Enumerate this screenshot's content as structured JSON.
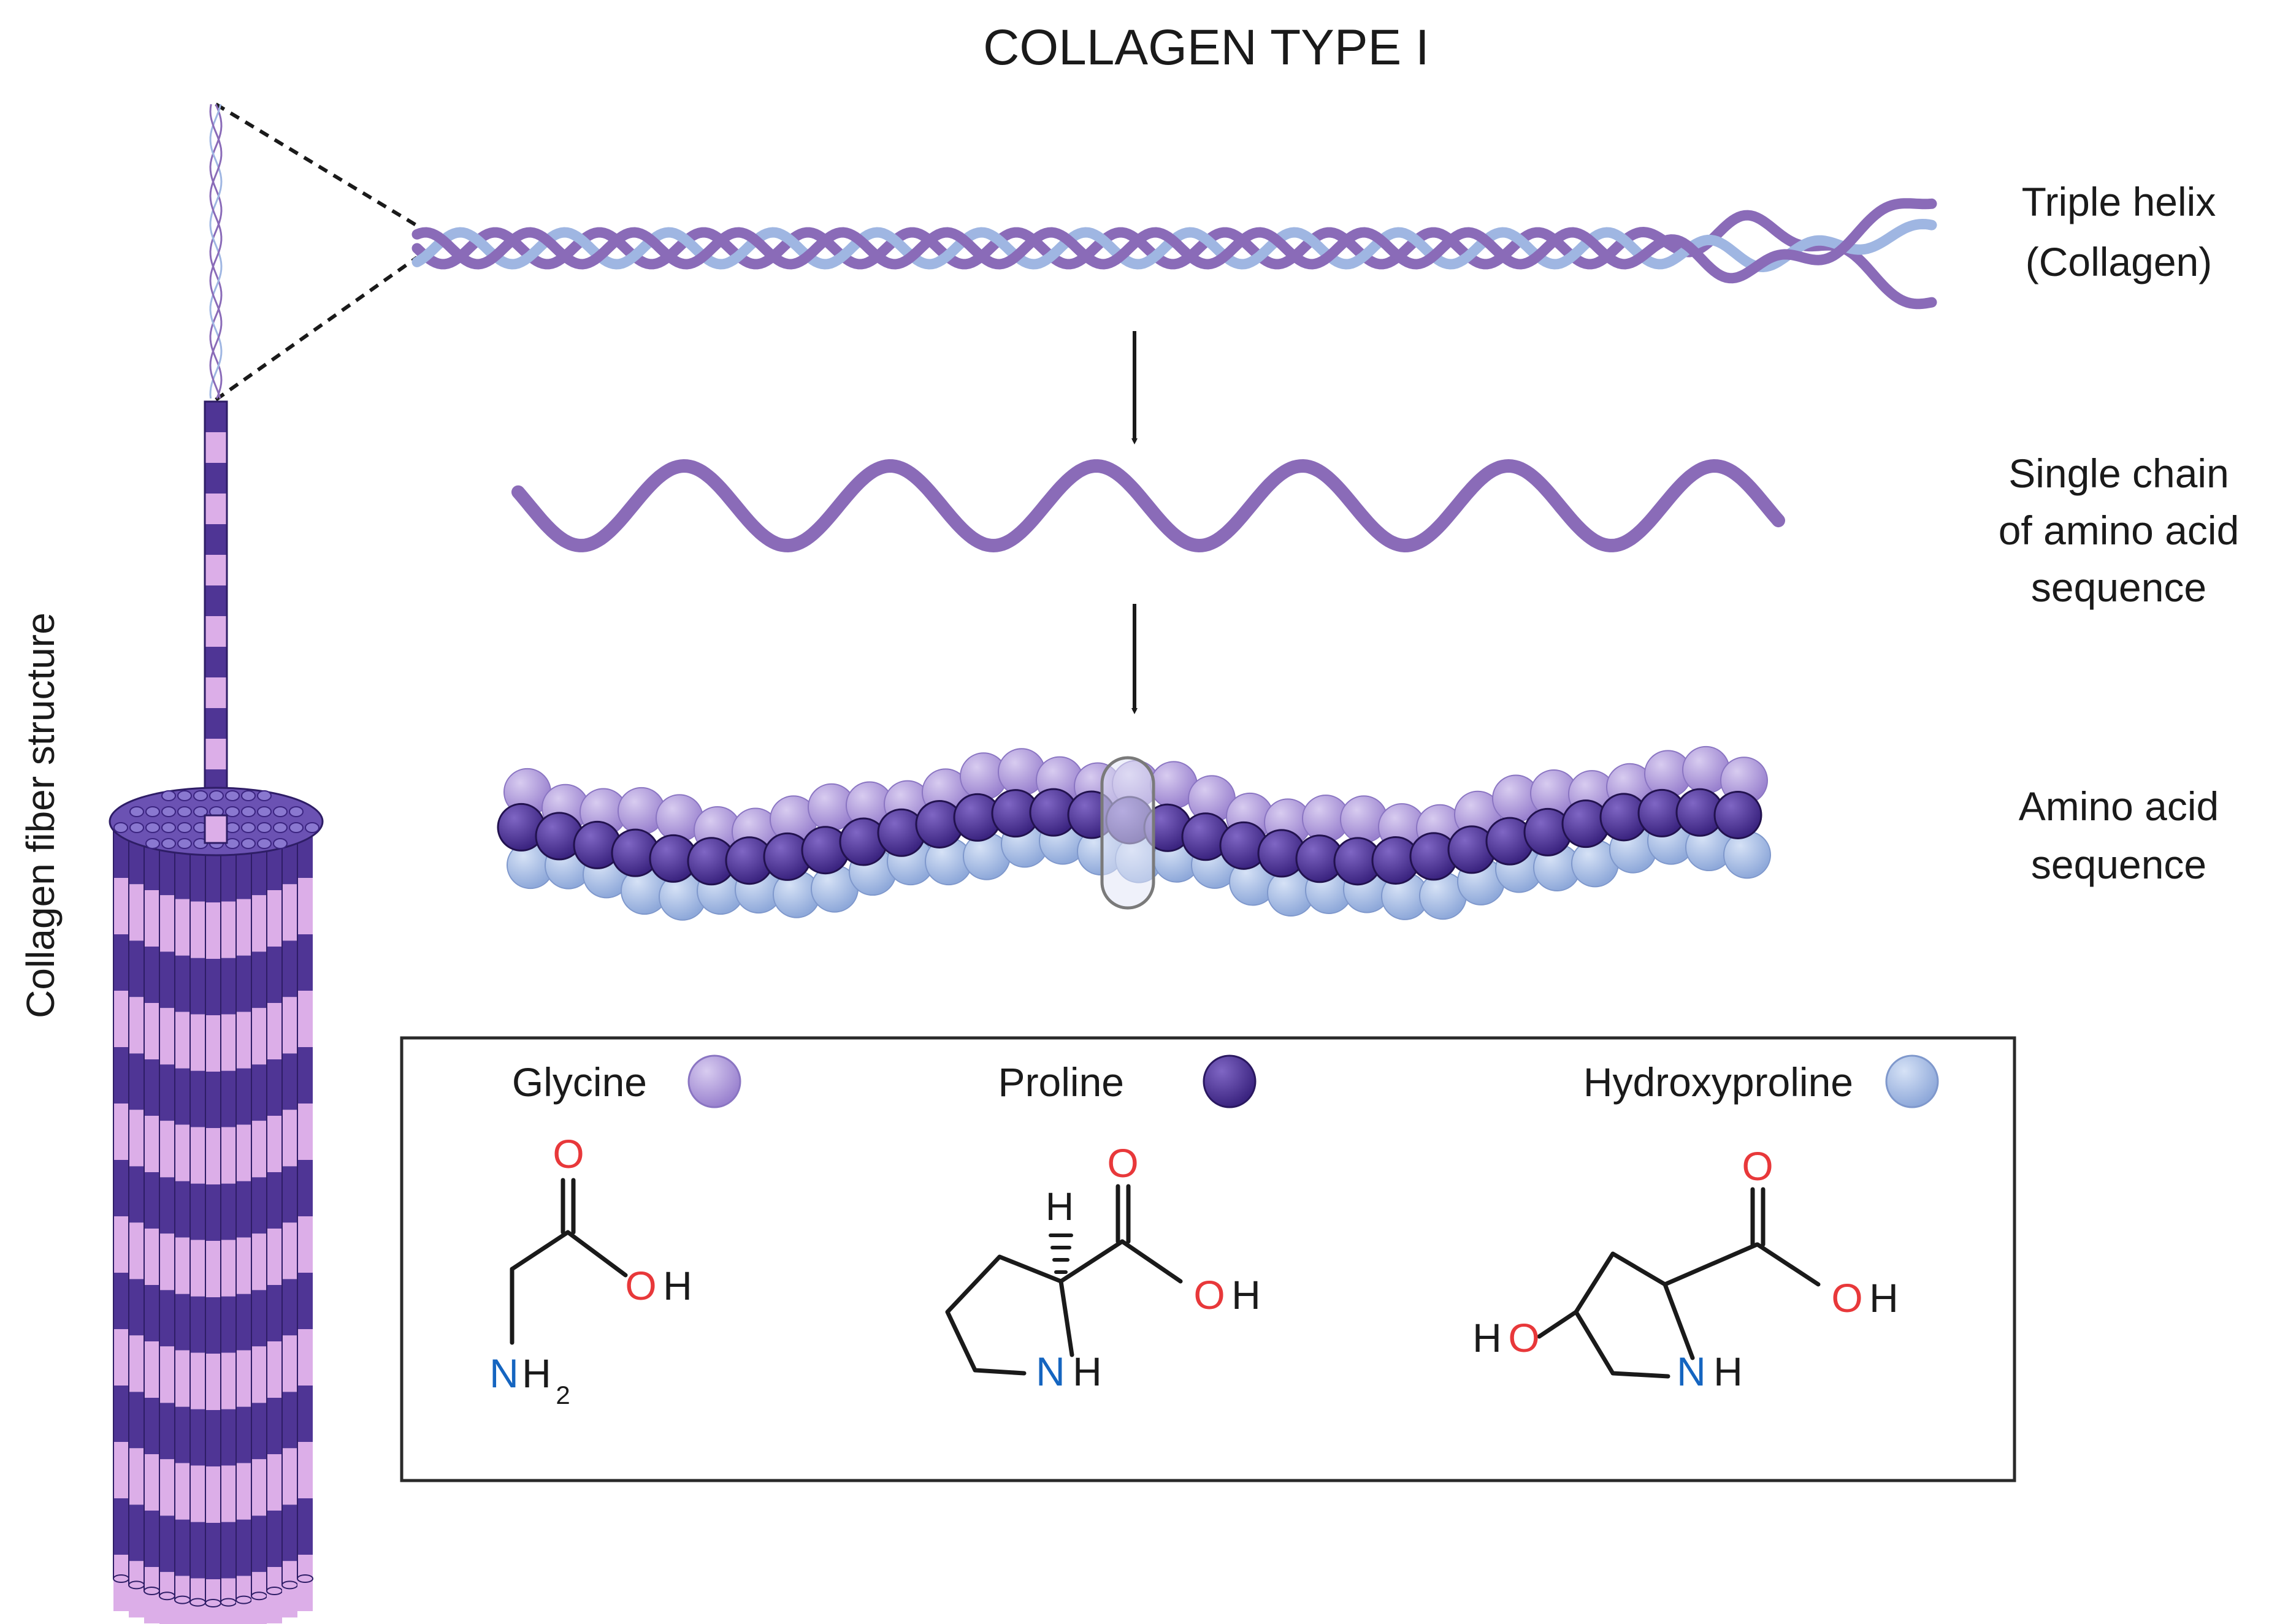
{
  "title": "COLLAGEN TYPE I",
  "fiber_label": "Collagen fiber structure",
  "levels": {
    "triple_helix": [
      "Triple helix",
      "(Collagen)"
    ],
    "single_chain": [
      "Single chain",
      "of amino acid",
      "sequence"
    ],
    "amino_sequence": [
      "Amino acid",
      "sequence"
    ]
  },
  "legend": {
    "items": [
      {
        "name": "Glycine",
        "color": "#a58fd6"
      },
      {
        "name": "Proline",
        "color": "#4f3595"
      },
      {
        "name": "Hydroxyproline",
        "color": "#9fb6e2"
      }
    ]
  },
  "structures": {
    "glycine": {
      "O": "O",
      "OH": "OH",
      "N": "N",
      "H2": "H",
      "sub2": "2"
    },
    "proline": {
      "H": "H",
      "O": "O",
      "OH": "OH",
      "N": "N",
      "NH_H": "H"
    },
    "hydroxyproline": {
      "HO_H": "H",
      "HO_O": "O",
      "O": "O",
      "OH": "OH",
      "N": "N",
      "NH_H": "H"
    }
  },
  "colors": {
    "helix_purple": "#8a6bb8",
    "helix_blue": "#9fb6e2",
    "fibril_dark": "#4f3595",
    "fibril_light": "#dcaee8",
    "oxygen_red": "#e8383a",
    "nitrogen_blue": "#1565c0"
  }
}
